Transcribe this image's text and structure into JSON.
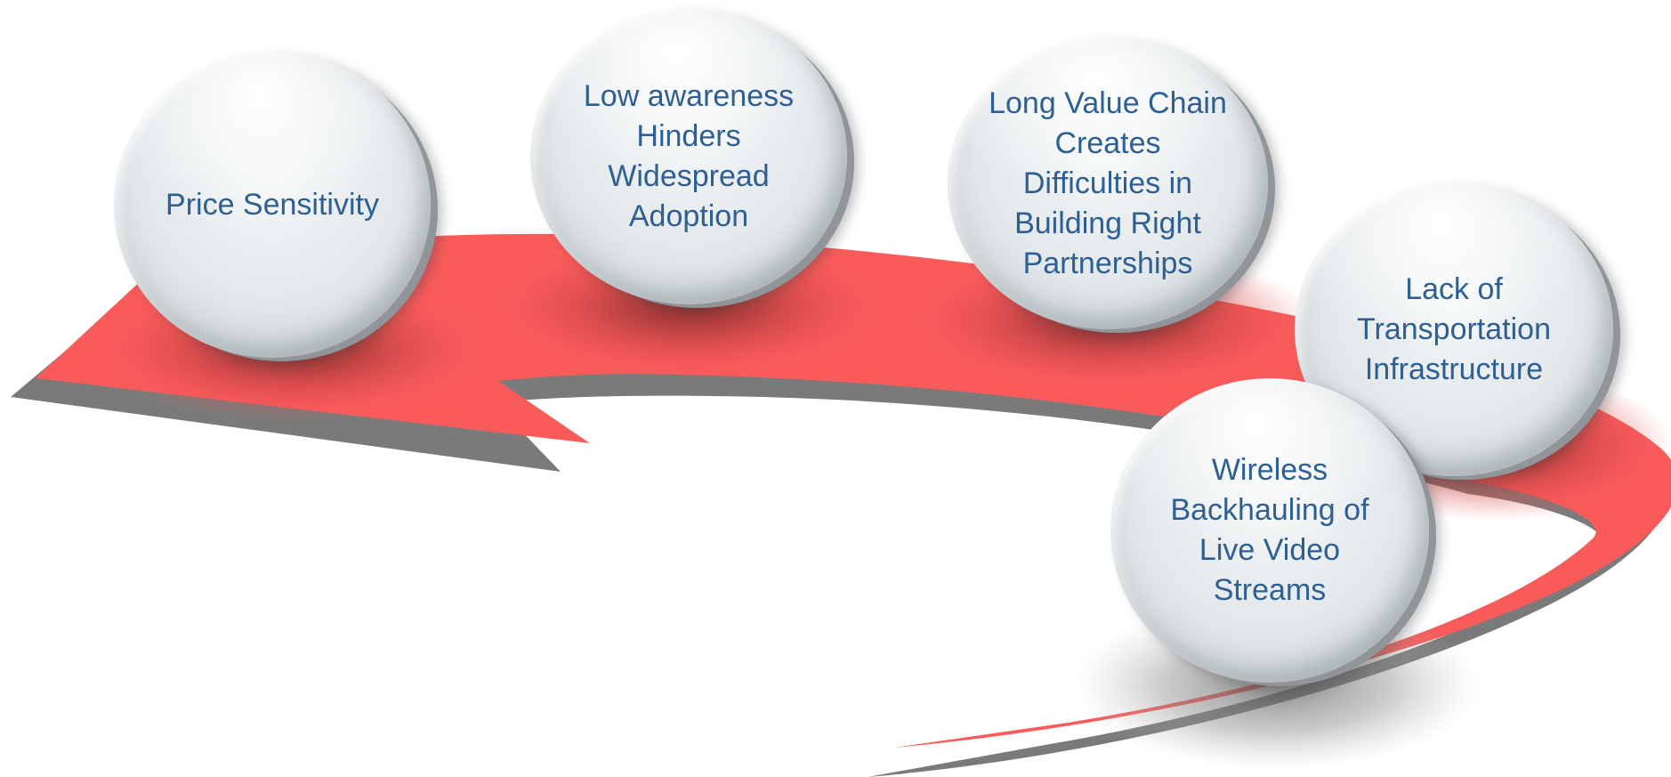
{
  "diagram": {
    "ribbon_color": "#f95b5b",
    "ribbon_shadow_color": "#7a7a7a",
    "text_color": "#2e5f93",
    "nodes": [
      {
        "label": "Price Sensitivity"
      },
      {
        "label": "Low awareness\nHinders\nWidespread\nAdoption"
      },
      {
        "label": "Long Value Chain\nCreates\nDifficulties in\nBuilding Right\nPartnerships"
      },
      {
        "label": "Lack of\nTransportation\nInfrastructure"
      },
      {
        "label": "Wireless\nBackhauling of\nLive Video\nStreams"
      }
    ]
  }
}
